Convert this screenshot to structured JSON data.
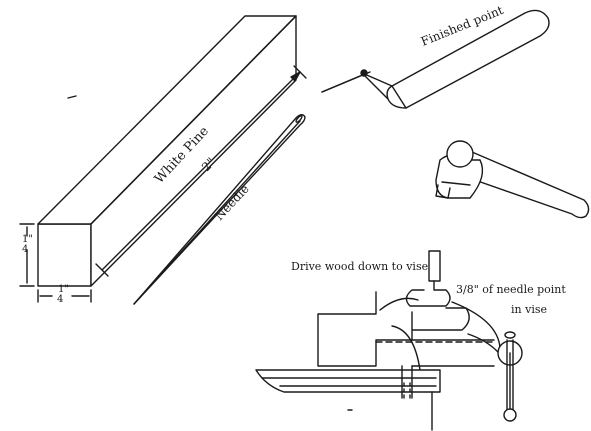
{
  "labels": {
    "white_pine": "White Pine",
    "length": "2\"",
    "needle": "Needle",
    "finished_point": "Finished point",
    "dim_side": "1\"",
    "dim_side_denominator": "4",
    "dim_bottom": "1\"",
    "dim_bottom_denominator": "4",
    "drive_wood": "Drive wood down to vise",
    "needle_point_amount": "3/8\" of needle point",
    "in_vise": "in vise"
  },
  "colors": {
    "ink": "#1a1a1a",
    "paper": "#ffffff"
  }
}
